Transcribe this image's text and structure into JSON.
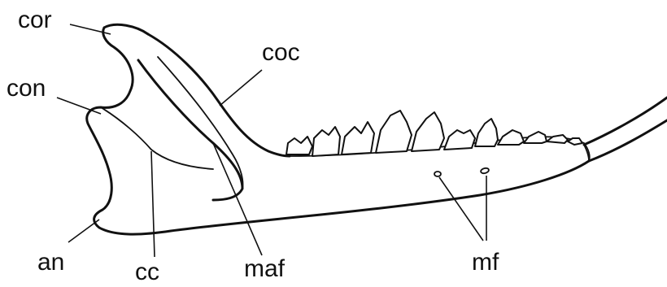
{
  "labels": {
    "cor": "cor",
    "coc": "coc",
    "con": "con",
    "an": "an",
    "cc": "cc",
    "maf": "maf",
    "mf": "mf"
  },
  "colors": {
    "ink": "#111111",
    "background": "#ffffff"
  }
}
